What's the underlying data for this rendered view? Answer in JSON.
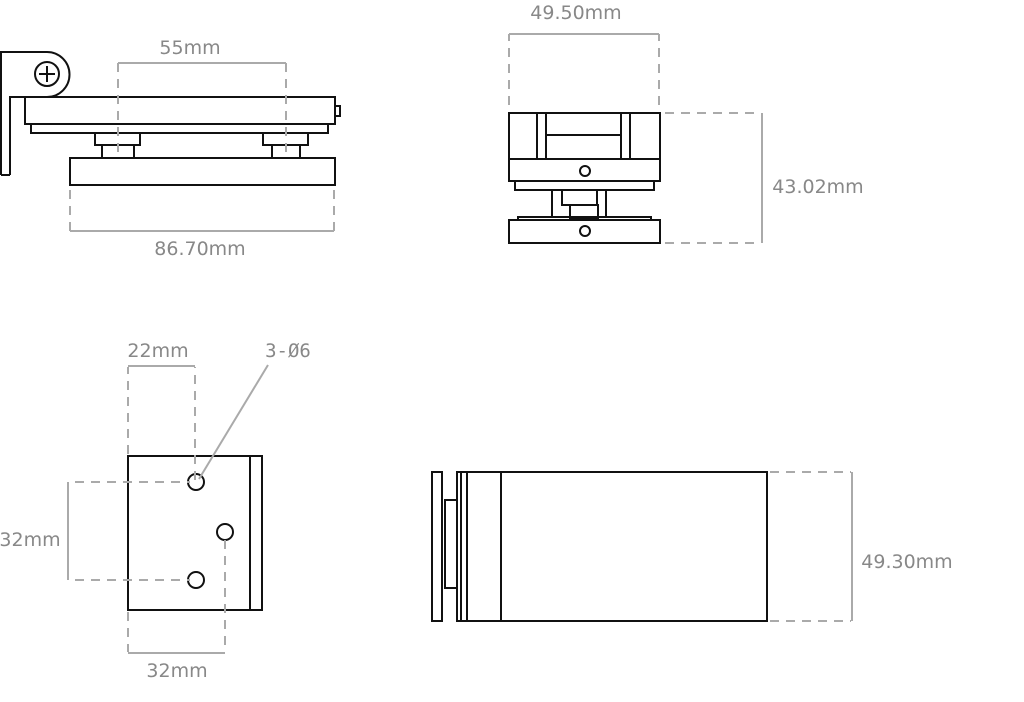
{
  "views": {
    "side_view": {
      "width_label": "86.70mm",
      "spacing_label": "55mm"
    },
    "front_view": {
      "width_label": "49.50mm",
      "height_label": "43.02mm"
    },
    "mounting_view": {
      "top_offset_label": "22mm",
      "hole_callout": "3-Ø6",
      "vertical_spacing_label": "32mm",
      "horizontal_spacing_label": "32mm"
    },
    "top_view": {
      "height_label": "49.30mm"
    }
  }
}
